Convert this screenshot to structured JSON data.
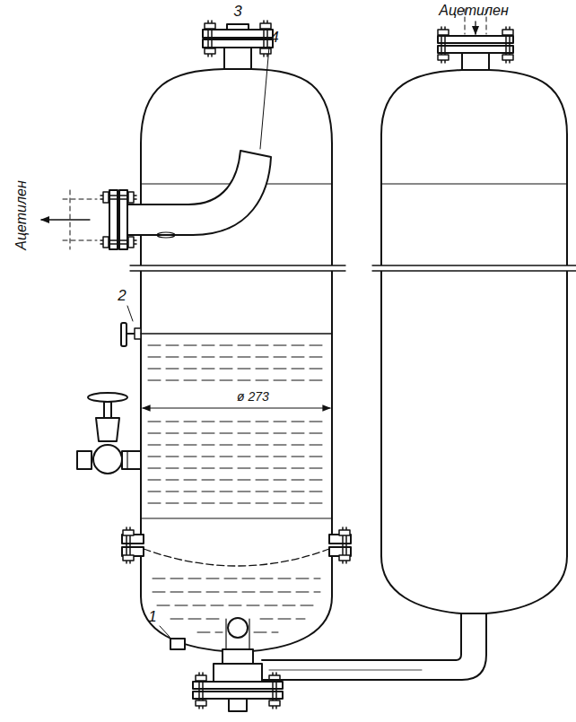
{
  "diagram": {
    "labels": [
      "Ацетилен",
      "3",
      "4",
      "Ацетилен",
      "2",
      "ø 273",
      "1"
    ]
  }
}
